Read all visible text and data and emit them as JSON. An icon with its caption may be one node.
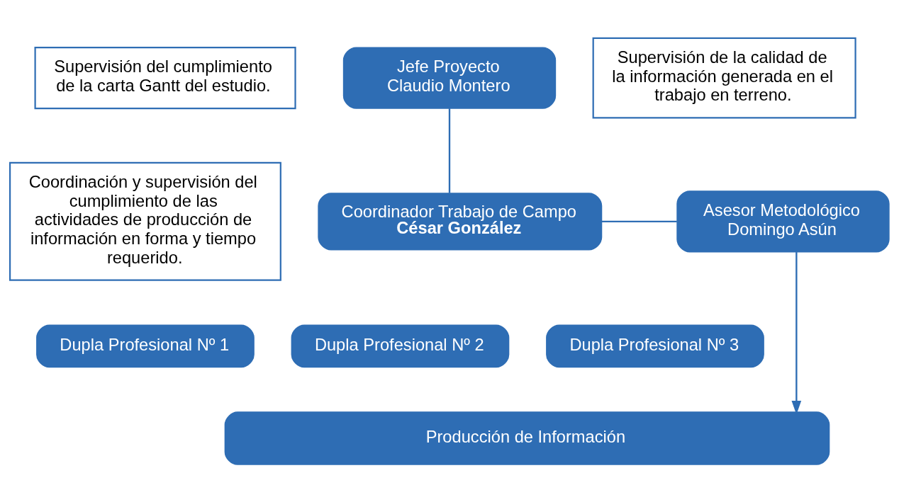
{
  "diagram": {
    "nodes": [
      {
        "text": [
          "Supervisión del cumplimiento de la carta Gantt del estudio."
        ]
      },
      {
        "text": [
          "Jefe Proyecto Claudio Montero"
        ]
      },
      {
        "text": [
          "Supervisión de la calidad de la información generada en el trabajo en terreno."
        ]
      },
      {
        "text": [
          "Coordinación y supervisión del cumplimiento de las actividades de producción de información en forma y tiempo requerido."
        ]
      },
      {
        "text": [
          "Coordinador Trabajo de Campo",
          "César González"
        ]
      },
      {
        "text": [
          "Asesor Metodológico Domingo Asún"
        ]
      },
      {
        "text": [
          "Dupla Profesional Nº 1"
        ]
      },
      {
        "text": [
          "Dupla Profesional Nº 2"
        ]
      },
      {
        "text": [
          "Dupla Profesional Nº 3"
        ]
      },
      {
        "text": [
          "Producción de Información"
        ]
      }
    ],
    "edges": [
      {
        "from": 1,
        "to": 4,
        "arrow": "none"
      },
      {
        "from": 4,
        "to": 5,
        "arrow": "none"
      },
      {
        "from": 5,
        "to": 9,
        "arrow": "to"
      }
    ]
  }
}
